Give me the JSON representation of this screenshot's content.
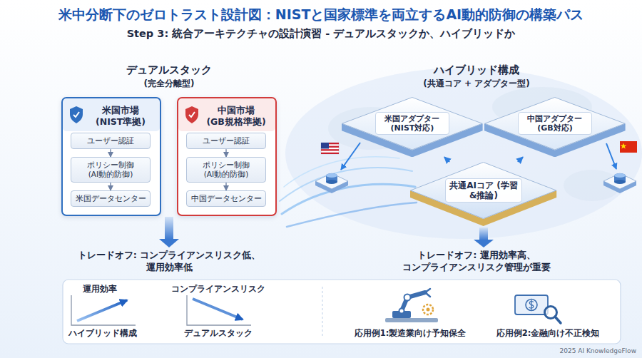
{
  "diagram": {
    "title": "米中分断下のゼロトラスト設計図：NISTと国家標準を両立するAI動的防御の構築パス",
    "nodes": [
      {
        "text": [
          "米国市場 (NIST準拠)"
        ]
      },
      {
        "text": [
          "ユーザー認証"
        ],
        "in": 0
      },
      {
        "text": [
          "ポリシー制御 (AI動的防御)"
        ],
        "in": 0
      },
      {
        "text": [
          "米国データセンター"
        ],
        "in": 0
      },
      {
        "text": [
          "中国市場 (GB規格準拠)"
        ]
      },
      {
        "text": [
          "ユーザー認証"
        ],
        "in": 4
      },
      {
        "text": [
          "ポリシー制御 (AI動的防御)"
        ],
        "in": 4
      },
      {
        "text": [
          "中国データセンター"
        ],
        "in": 4
      },
      {
        "text": [
          "米国アダプター (NIST対応)"
        ]
      },
      {
        "text": [
          "中国アダプター (GB対応)"
        ]
      },
      {
        "text": [
          "共通AIコア (学習&推論)"
        ]
      }
    ],
    "edges": [
      {
        "from": 1,
        "to": 2,
        "arrow": "to"
      },
      {
        "from": 2,
        "to": 3,
        "arrow": "to"
      },
      {
        "from": 5,
        "to": 6,
        "arrow": "to"
      },
      {
        "from": 6,
        "to": 7,
        "arrow": "to"
      },
      {
        "from": 10,
        "to": 8,
        "arrow": "to"
      },
      {
        "from": 10,
        "to": 9,
        "arrow": "to"
      }
    ],
    "labels": [
      "Step 3: 統合アーキテクチャの設計演習 - デュアルスタックか、ハイブリッドか",
      "デュアルスタック",
      "(完全分離型)",
      "ハイブリッド構成",
      "(共通コア + アダプター型)",
      "トレードオフ: コンプライアンスリスク低、運用効率低",
      "トレードオフ: 運用効率高、コンプライアンスリスク管理が重要",
      "運用効率",
      "ハイブリッド構成",
      "コンプライアンスリスク",
      "デュアルスタック",
      "応用例1:製造業向け予知保全",
      "応用例2:金融向け不正検知",
      "2025 AI KnowledgeFlow"
    ]
  }
}
